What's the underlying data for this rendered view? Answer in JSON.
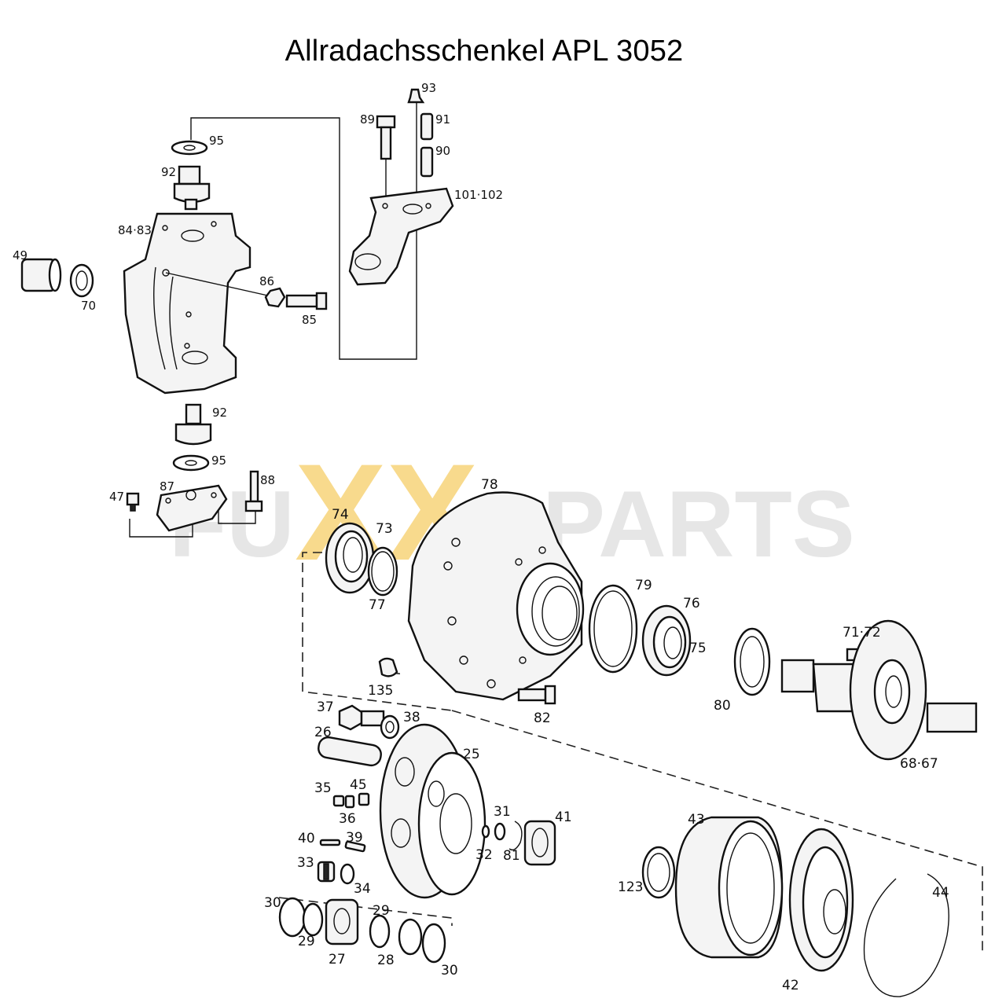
{
  "title": "Allradachsschenkel APL 3052",
  "watermark": {
    "left": "FU",
    "xx": "XX",
    "right": "PARTS",
    "xx_color": "#f5c542",
    "grey_color": "#d9d9d9"
  },
  "callouts": [
    {
      "id": "93",
      "text": "93"
    },
    {
      "id": "89",
      "text": "89"
    },
    {
      "id": "91",
      "text": "91"
    },
    {
      "id": "90",
      "text": "90"
    },
    {
      "id": "95a",
      "text": "95"
    },
    {
      "id": "92a",
      "text": "92"
    },
    {
      "id": "101-102",
      "text": "101·102"
    },
    {
      "id": "84-83",
      "text": "84·83"
    },
    {
      "id": "49",
      "text": "49"
    },
    {
      "id": "70",
      "text": "70"
    },
    {
      "id": "86",
      "text": "86"
    },
    {
      "id": "85",
      "text": "85"
    },
    {
      "id": "92b",
      "text": "92"
    },
    {
      "id": "95b",
      "text": "95"
    },
    {
      "id": "87",
      "text": "87"
    },
    {
      "id": "88",
      "text": "88"
    },
    {
      "id": "47",
      "text": "47"
    },
    {
      "id": "74",
      "text": "74"
    },
    {
      "id": "73",
      "text": "73"
    },
    {
      "id": "77",
      "text": "77"
    },
    {
      "id": "78",
      "text": "78"
    },
    {
      "id": "79",
      "text": "79"
    },
    {
      "id": "76",
      "text": "76"
    },
    {
      "id": "75",
      "text": "75"
    },
    {
      "id": "71-72",
      "text": "71·72"
    },
    {
      "id": "135",
      "text": "135"
    },
    {
      "id": "82",
      "text": "82"
    },
    {
      "id": "80",
      "text": "80"
    },
    {
      "id": "68-67",
      "text": "68·67"
    },
    {
      "id": "37",
      "text": "37"
    },
    {
      "id": "38",
      "text": "38"
    },
    {
      "id": "26",
      "text": "26"
    },
    {
      "id": "25",
      "text": "25"
    },
    {
      "id": "35",
      "text": "35"
    },
    {
      "id": "45",
      "text": "45"
    },
    {
      "id": "36",
      "text": "36"
    },
    {
      "id": "31",
      "text": "31"
    },
    {
      "id": "41",
      "text": "41"
    },
    {
      "id": "40",
      "text": "40"
    },
    {
      "id": "39",
      "text": "39"
    },
    {
      "id": "32",
      "text": "32"
    },
    {
      "id": "81",
      "text": "81"
    },
    {
      "id": "33",
      "text": "33"
    },
    {
      "id": "34",
      "text": "34"
    },
    {
      "id": "43",
      "text": "43"
    },
    {
      "id": "30a",
      "text": "30"
    },
    {
      "id": "29a",
      "text": "29"
    },
    {
      "id": "29b",
      "text": "29"
    },
    {
      "id": "27",
      "text": "27"
    },
    {
      "id": "28",
      "text": "28"
    },
    {
      "id": "30b",
      "text": "30"
    },
    {
      "id": "123",
      "text": "123"
    },
    {
      "id": "44",
      "text": "44"
    },
    {
      "id": "42",
      "text": "42"
    }
  ]
}
